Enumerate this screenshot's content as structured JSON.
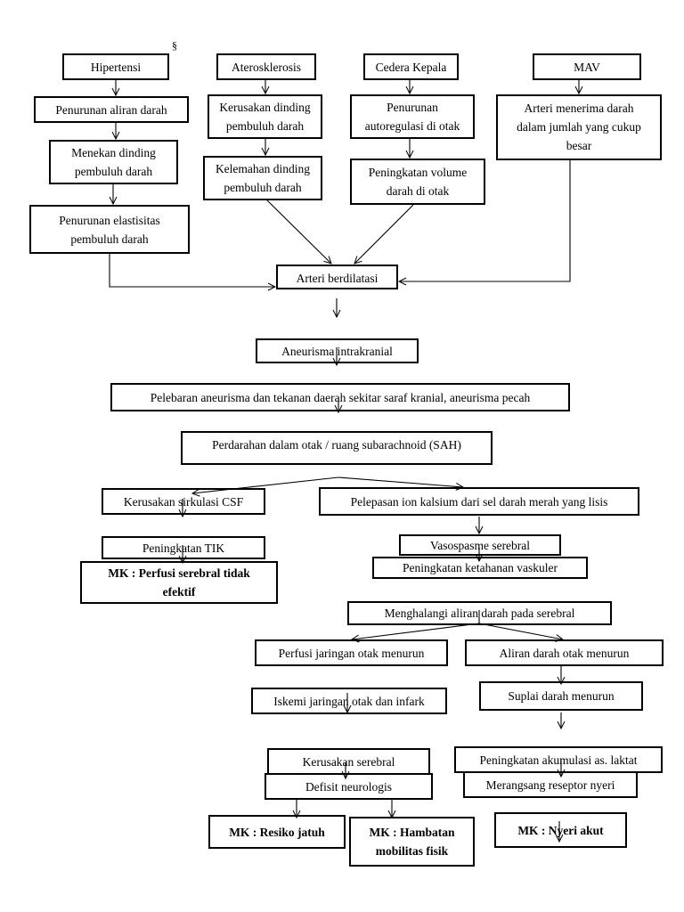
{
  "diagram": {
    "section_mark": "§",
    "nodes": {
      "hipertensi": "Hipertensi",
      "aterosklerosis": "Aterosklerosis",
      "cedera_kepala": "Cedera Kepala",
      "mav": "MAV",
      "penurunan_aliran_darah": "Penurunan aliran darah",
      "kerusakan_dinding": "Kerusakan dinding\npembuluh darah",
      "penurunan_autoregulasi": "Penurunan\nautoregulasi di otak",
      "arteri_menerima": "Arteri menerima darah\ndalam jumlah yang cukup\nbesar",
      "menekan_dinding": "Menekan dinding\npembuluh darah",
      "kelemahan_dinding": "Kelemahan dinding\npembuluh darah",
      "peningkatan_volume": "Peningkatan volume\ndarah di otak",
      "penurunan_elastisitas": "Penurunan elastisitas\npembuluh darah",
      "arteri_berdilatasi": "Arteri berdilatasi",
      "aneurisma_intrakranial": "Aneurisma intrakranial",
      "pelebaran_aneurisma": "Pelebaran aneurisma dan tekanan daerah sekitar saraf kranial, aneurisma pecah",
      "perdarahan": "Perdarahan dalam otak / ruang subarachnoid (SAH)",
      "kerusakan_sirkulasi_csf": "Kerusakan sirkulasi CSF",
      "pelepasan_ion_kalsium": "Pelepasan ion kalsium dari sel darah merah yang lisis",
      "peningkatan_tik": "Peningkatan TIK",
      "mk_perfusi": "MK : Perfusi serebral tidak\nefektif",
      "vasospasme": "Vasospasme serebral",
      "peningkatan_ketahanan": "Peningkatan ketahanan vaskuler",
      "menghalangi_aliran": "Menghalangi aliran darah pada serebral",
      "perfusi_jaringan": "Perfusi jaringan otak menurun",
      "aliran_darah_otak": "Aliran darah otak menurun",
      "suplai_darah": "Suplai darah menurun",
      "iskemi": "Iskemi jaringan otak dan infark",
      "kerusakan_serebral": "Kerusakan serebral",
      "defisit_neurologis": "Defisit neurologis",
      "akumulasi_laktat": "Peningkatan akumulasi as. laktat",
      "merangsang_reseptor": "Merangsang reseptor nyeri",
      "mk_resiko_jatuh": "MK : Resiko jatuh",
      "mk_hambatan_mobilitas": "MK : Hambatan\nmobilitas fisik",
      "mk_nyeri_akut": "MK : Nyeri akut"
    }
  }
}
